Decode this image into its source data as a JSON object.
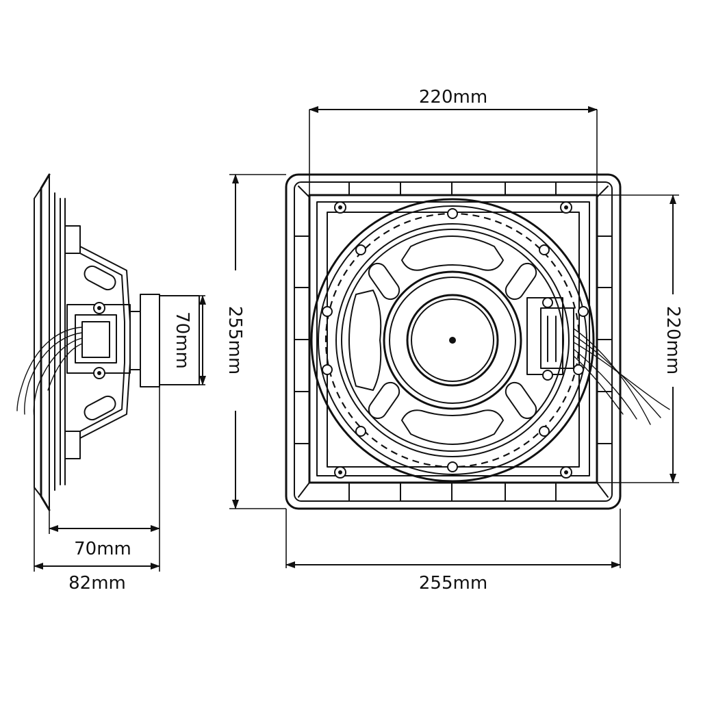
{
  "dimensions": {
    "front_top_width": "220mm",
    "front_outer_height": "255mm",
    "front_right_height": "220mm",
    "front_bottom_width": "255mm",
    "side_magnet_diameter": "70mm",
    "side_depth_inner": "70mm",
    "side_depth_total": "82mm"
  }
}
